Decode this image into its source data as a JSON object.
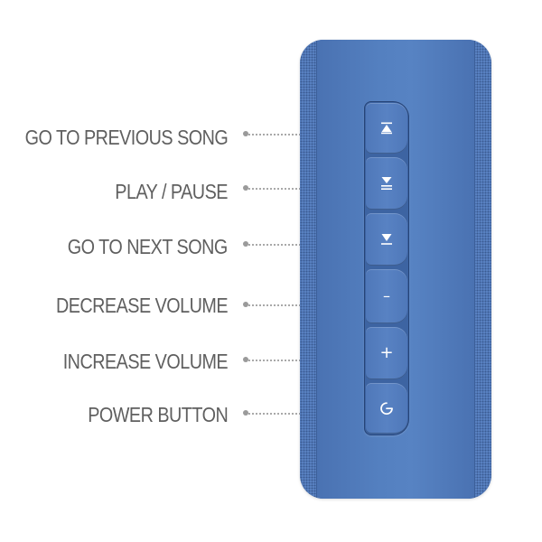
{
  "labels": {
    "previous": "GO TO PREVIOUS SONG",
    "play_pause": "PLAY / PAUSE",
    "next": "GO TO NEXT SONG",
    "volume_down": "DECREASE VOLUME",
    "volume_up": "INCREASE VOLUME",
    "power": "POWER BUTTON"
  },
  "buttons": {
    "volume_down_glyph": "–",
    "volume_up_glyph": "+"
  },
  "icons": {
    "previous": "skip-previous-icon",
    "play_pause": "play-pause-icon",
    "next": "skip-next-icon",
    "volume_down": "minus-icon",
    "volume_up": "plus-icon",
    "power": "power-icon"
  },
  "colors": {
    "speaker_body": "#4f78b8",
    "label_text": "#5f5f5f",
    "leader_line": "#a9a9a9",
    "icon": "#ffffff"
  }
}
